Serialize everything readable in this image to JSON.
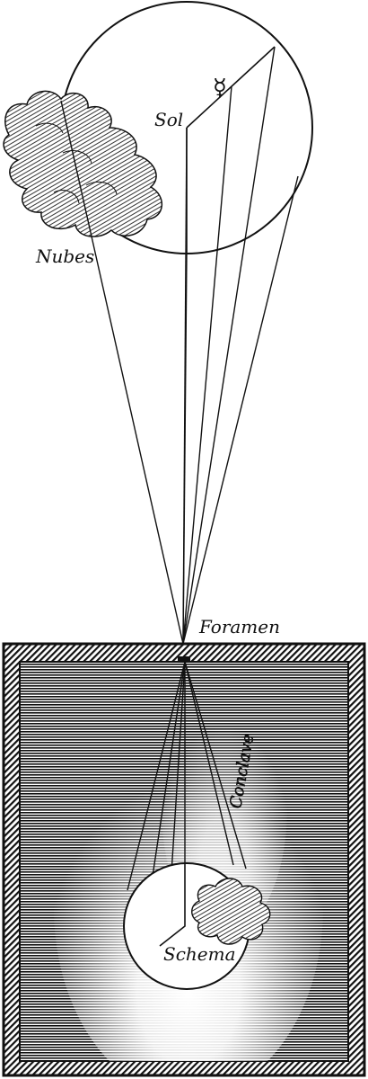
{
  "labels": {
    "sol": "Sol",
    "nubes": "Nubes",
    "foramen": "Foramen",
    "conclave": "Conclave",
    "schema": "Schema",
    "mercury_symbol": "☿"
  },
  "colors": {
    "ink": "#111111",
    "paper": "#ffffff"
  }
}
